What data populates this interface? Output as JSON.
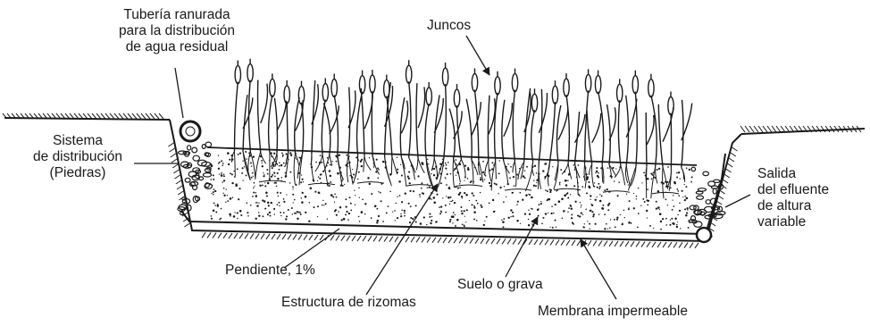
{
  "labels": {
    "pipe": [
      "Tubería ranurada",
      "para la distribución",
      "de agua residual"
    ],
    "reeds": "Juncos",
    "distribution": [
      "Sistema",
      "de distribución",
      "(Piedras)"
    ],
    "outlet": [
      "Salida",
      "del efluente",
      "de altura",
      "variable"
    ],
    "slope": "Pendiente, 1%",
    "rhizome": "Estructura de rizomas",
    "soil": "Suelo o grava",
    "membrane": "Membrana impermeable"
  },
  "colors": {
    "ink": "#1a1a1a",
    "background": "#ffffff"
  }
}
